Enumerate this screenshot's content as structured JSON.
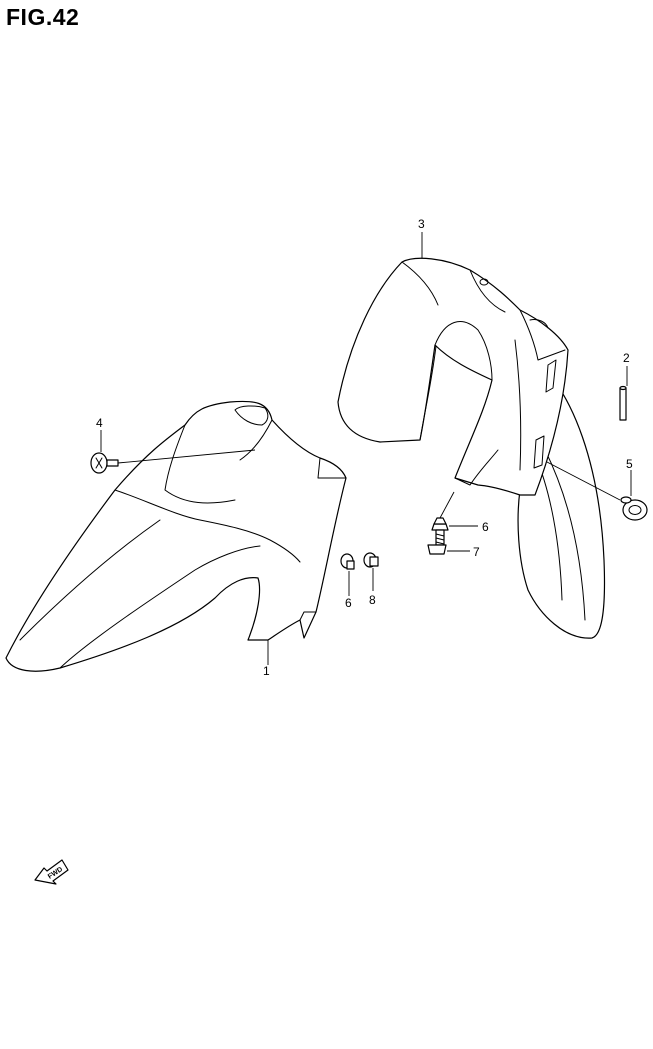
{
  "figure": {
    "title": "FIG.42"
  },
  "callouts": {
    "c1": "1",
    "c2": "2",
    "c3": "3",
    "c4": "4",
    "c5": "5",
    "c6a": "6",
    "c6b": "6",
    "c7": "7",
    "c8": "8"
  },
  "direction_marker": {
    "label": "FWD"
  }
}
